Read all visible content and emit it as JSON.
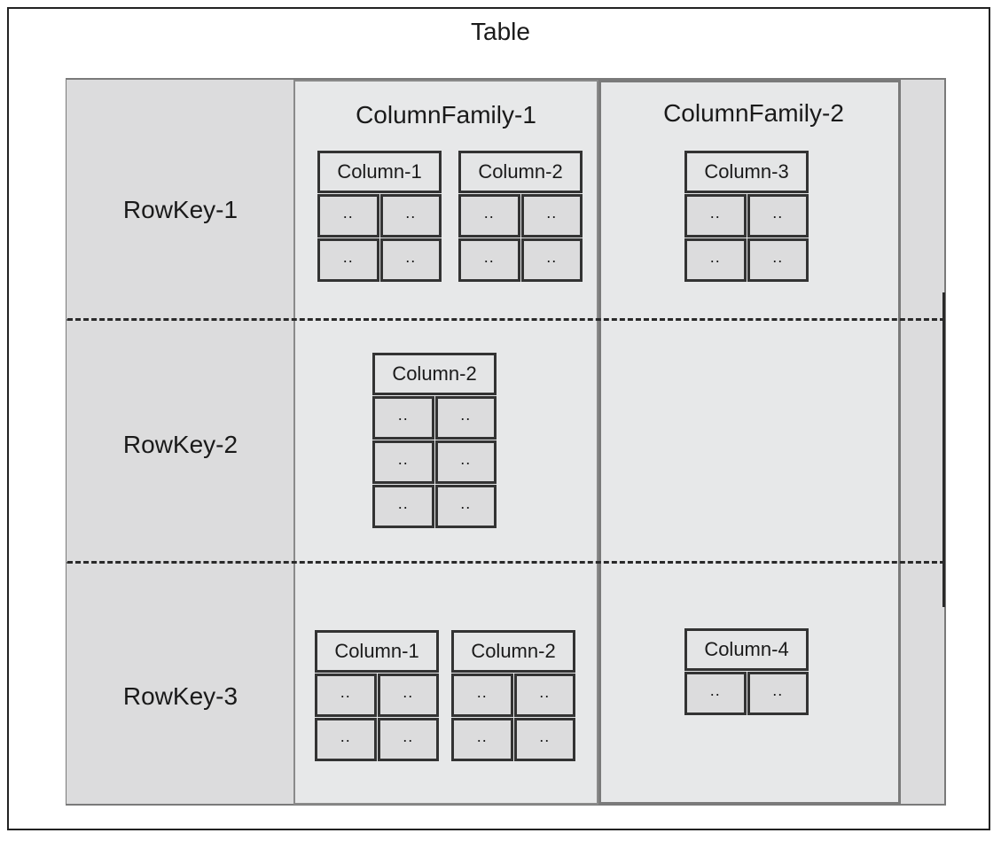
{
  "table": {
    "title": "Table"
  },
  "rowkeys": [
    "RowKey-1",
    "RowKey-2",
    "RowKey-3"
  ],
  "families": [
    {
      "title": "ColumnFamily-1"
    },
    {
      "title": "ColumnFamily-2"
    }
  ],
  "cell_value": "..",
  "columns": {
    "r1_cf1_c1": "Column-1",
    "r1_cf1_c2": "Column-2",
    "r1_cf2_c3": "Column-3",
    "r2_cf1_c2": "Column-2",
    "r3_cf1_c1": "Column-1",
    "r3_cf1_c2": "Column-2",
    "r3_cf2_c4": "Column-4"
  }
}
